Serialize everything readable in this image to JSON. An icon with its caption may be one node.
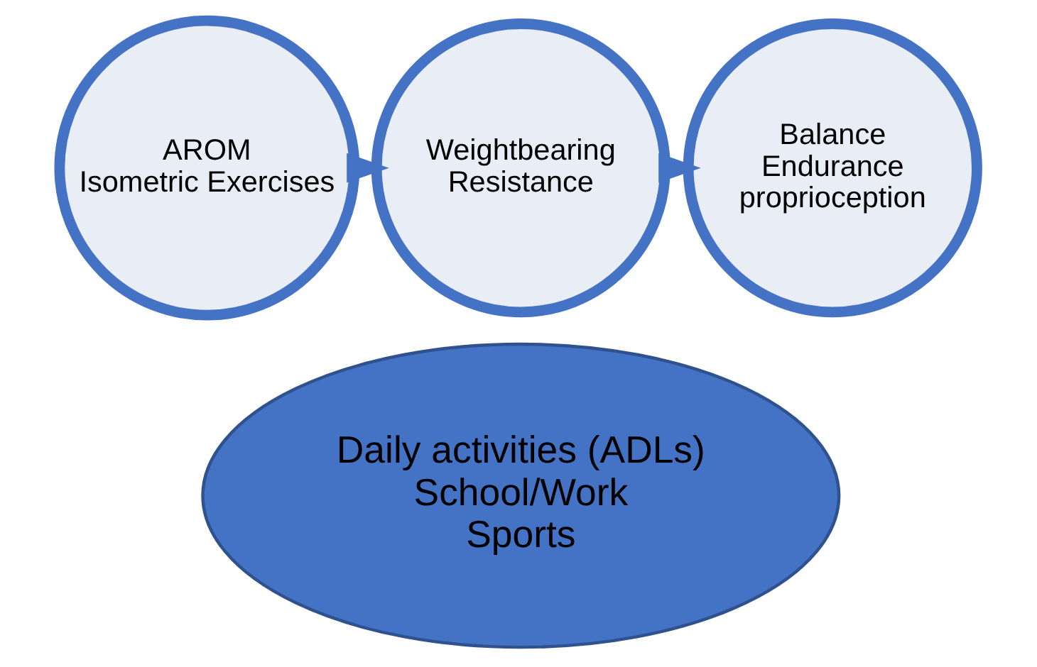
{
  "diagram": {
    "nodes": [
      {
        "text": [
          "AROM",
          "Isometric Exercises"
        ]
      },
      {
        "text": [
          "Weightbearing",
          "Resistance"
        ]
      },
      {
        "text": [
          "Balance",
          "Endurance",
          "proprioception"
        ]
      },
      {
        "text": [
          "Daily activities (ADLs)",
          "School/Work",
          "Sports"
        ]
      }
    ],
    "edges": [
      {
        "from": 0,
        "to": 1,
        "arrow": "to"
      },
      {
        "from": 1,
        "to": 2,
        "arrow": "to"
      }
    ]
  }
}
